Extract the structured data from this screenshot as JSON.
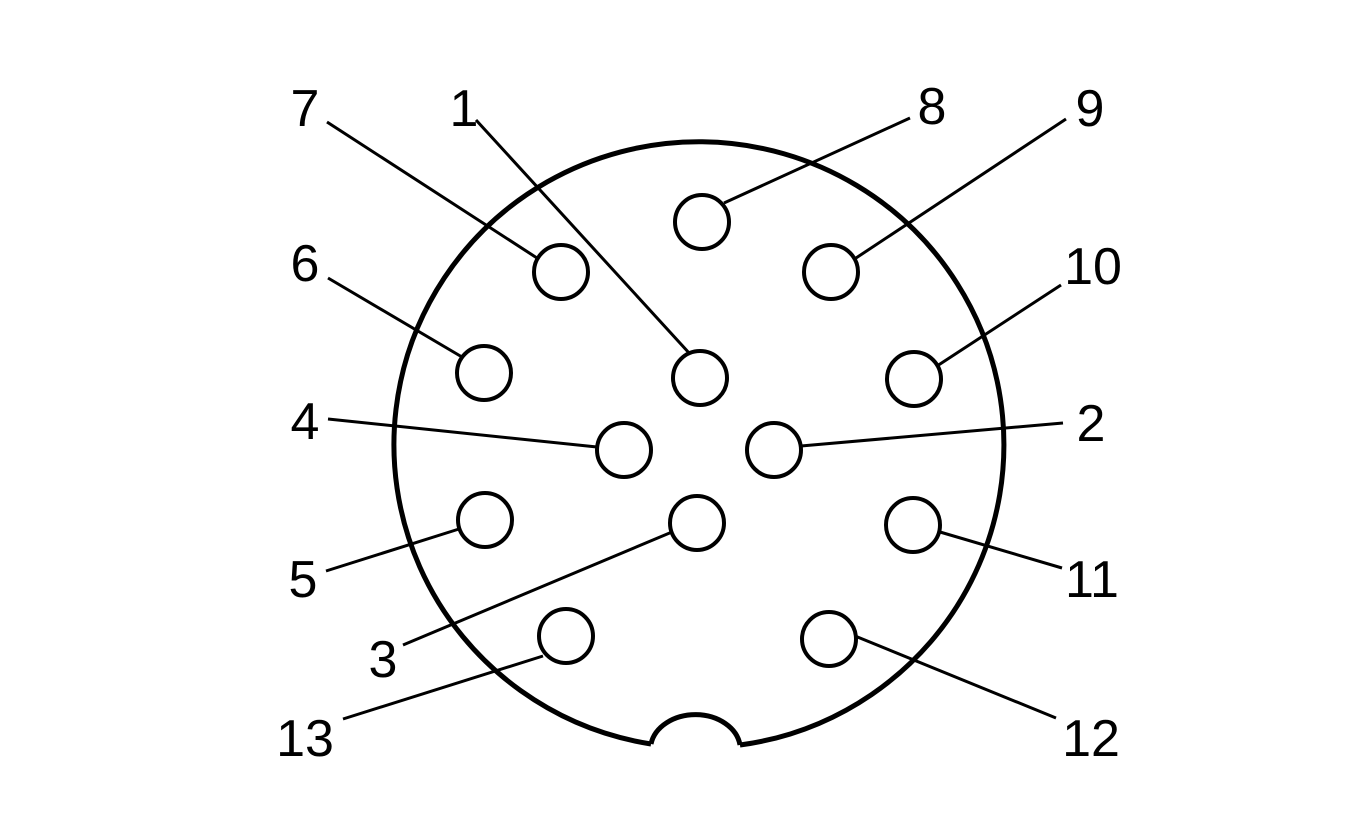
{
  "connector": {
    "pins": [
      {
        "id": "1",
        "label": "1"
      },
      {
        "id": "2",
        "label": "2"
      },
      {
        "id": "3",
        "label": "3"
      },
      {
        "id": "4",
        "label": "4"
      },
      {
        "id": "5",
        "label": "5"
      },
      {
        "id": "6",
        "label": "6"
      },
      {
        "id": "7",
        "label": "7"
      },
      {
        "id": "8",
        "label": "8"
      },
      {
        "id": "9",
        "label": "9"
      },
      {
        "id": "10",
        "label": "10"
      },
      {
        "id": "11",
        "label": "11"
      },
      {
        "id": "12",
        "label": "12"
      },
      {
        "id": "13",
        "label": "13"
      }
    ]
  }
}
